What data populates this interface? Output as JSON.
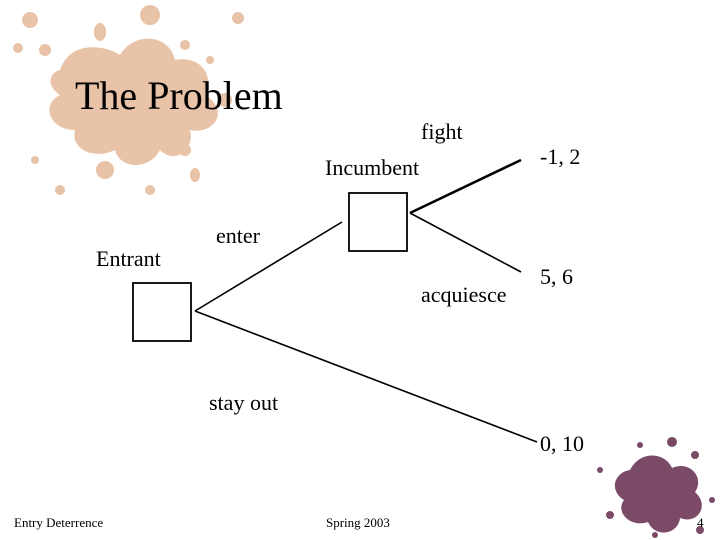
{
  "title": "The Problem",
  "colors": {
    "splatter_top": "#e8c3a8",
    "splatter_bottom": "#7a4a66"
  },
  "nodes": {
    "entrant": "Entrant",
    "incumbent": "Incumbent"
  },
  "actions": {
    "enter": "enter",
    "stay_out": "stay out",
    "fight": "fight",
    "acquiesce": "acquiesce"
  },
  "payoffs": {
    "fight": "-1, 2",
    "acquiesce": "5, 6",
    "stay_out": "0, 10"
  },
  "footer": {
    "left": "Entry Deterrence",
    "center": "Spring 2003",
    "page": "4"
  }
}
